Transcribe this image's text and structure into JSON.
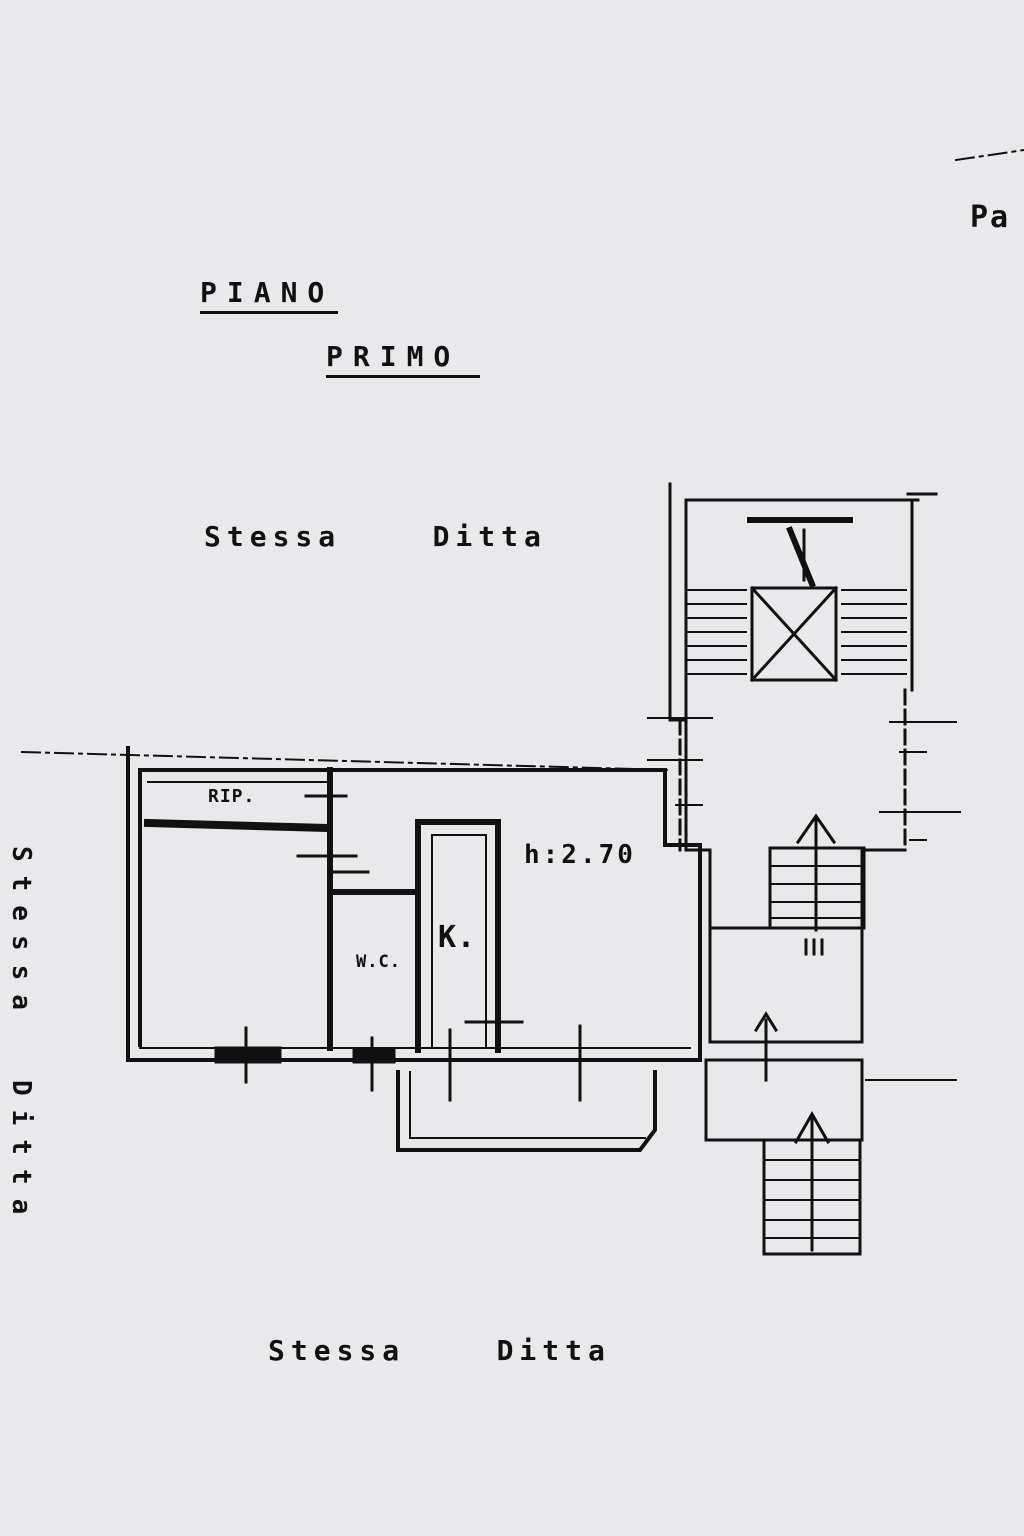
{
  "sheet": {
    "corner_fragment": "Pa",
    "title_line1": "PIANO",
    "title_line2": "PRIMO"
  },
  "neighbours": {
    "top": "Stessa    Ditta",
    "bottom": "Stessa    Ditta",
    "left_1": "Stessa",
    "left_2": "Ditta"
  },
  "rooms": {
    "storage": "RIP.",
    "wc": "W.C.",
    "kitchen": "K.",
    "height": "h:2.70"
  }
}
